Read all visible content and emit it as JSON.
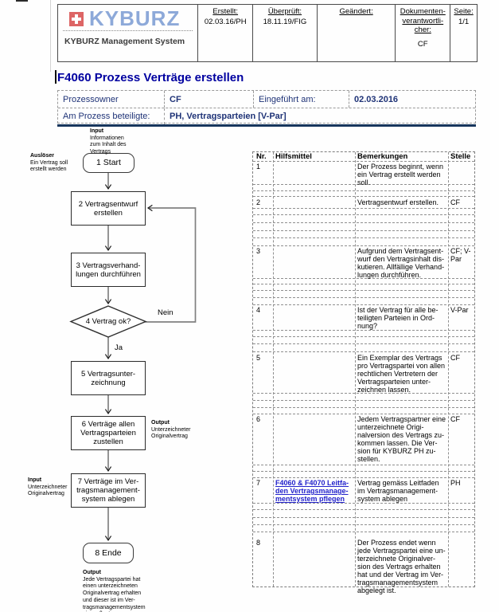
{
  "header": {
    "logo": {
      "brand": "KYBURZ",
      "subtitle": "KYBURZ Management System",
      "icon": "swiss-cross-icon"
    },
    "cols": [
      {
        "label": "Erstellt:",
        "value": "02.03.16/PH"
      },
      {
        "label": "Überprüft:",
        "value": "18.11.19/FIG"
      },
      {
        "label": "Geändert:",
        "value": ""
      },
      {
        "label": "Dokumenten-verantwortli-cher:",
        "value": "CF"
      },
      {
        "label": "Seite:",
        "value": "1/1"
      }
    ]
  },
  "title": "F4060 Prozess Verträge erstellen",
  "info": {
    "owner_label": "Prozessowner",
    "owner_value": "CF",
    "introduced_label": "Eingeführt am:",
    "introduced_value": "02.03.2016",
    "participants_label": "Am Prozess beteiligte:",
    "participants_value": "PH, Vertragsparteien [V-Par]"
  },
  "flowchart": {
    "nodes": [
      {
        "id": "1",
        "label": "1 Start"
      },
      {
        "id": "2",
        "label": "2 Vertragsentwurf erstellen"
      },
      {
        "id": "3",
        "label": "3 Vertragsverhand-lungen durchführen"
      },
      {
        "id": "4",
        "label": "4 Vertrag ok?"
      },
      {
        "id": "5",
        "label": "5 Vertragsunter-zeichnung"
      },
      {
        "id": "6",
        "label": "6 Verträge allen Vertragsparteien zustellen"
      },
      {
        "id": "7",
        "label": "7 Verträge im Ver-tragsmanagement-system ablegen"
      },
      {
        "id": "8",
        "label": "8 Ende"
      }
    ],
    "edge_labels": {
      "yes": "Ja",
      "no": "Nein"
    },
    "annotations": {
      "input_top": {
        "title": "Input",
        "body": "Informationen\nzum Inhalt des\nVertrags"
      },
      "trigger": {
        "title": "Auslöser",
        "body": "Ein Vertrag soll\nerstellt werden"
      },
      "output_mid": {
        "title": "Output",
        "body": "Unterzeichneter\nOriginalvertrag"
      },
      "input_bottom": {
        "title": "Input",
        "body": "Unterzeichneter\nOriginalvertrag"
      },
      "output_bottom": {
        "title": "Output",
        "body": "Jede Vertragspartei hat\neinen unterzeichneten\nOriginalvertrag erhalten\nund dieser ist im Ver-\ntragsmanagementsystem\neingepflegt."
      }
    }
  },
  "table": {
    "headers": [
      "Nr.",
      "Hilfsmittel",
      "Bemerkungen",
      "Stelle"
    ],
    "rows": [
      {
        "nr": "1",
        "hilfsmittel": "",
        "bemerkungen": "Der Prozess beginnt, wenn ein Vertrag erstellt werden soll.",
        "stelle": ""
      },
      {
        "nr": "2",
        "hilfsmittel": "",
        "bemerkungen": "Vertragsentwurf erstellen.",
        "stelle": "CF"
      },
      {
        "nr": "3",
        "hilfsmittel": "",
        "bemerkungen": "Aufgrund dem Vertragsent-wurf den Vertragsinhalt dis-kutieren. Allfällige Verhand-lungen durchführen.",
        "stelle": "CF; V-Par"
      },
      {
        "nr": "4",
        "hilfsmittel": "",
        "bemerkungen": "Ist der Vertrag für alle be-teiligten Parteien in Ord-nung?",
        "stelle": "V-Par"
      },
      {
        "nr": "5",
        "hilfsmittel": "",
        "bemerkungen": "Ein Exemplar des Vertrags pro Vertragspartei von allen rechtlichen Vertretern der Vertragsparteien unter-zeichnen lassen.",
        "stelle": "CF"
      },
      {
        "nr": "6",
        "hilfsmittel": "",
        "bemerkungen": "Jedem Vertragspartner eine unterzeichnete Origi-nalversion des Vertrags zu-kommen lassen. Die Ver-sion für KYBURZ PH zu-stellen.",
        "stelle": "CF"
      },
      {
        "nr": "7",
        "hilfsmittel": "F4060 & F4070 Leitfa-den Vertragsmanage-mentsystem pflegen",
        "bemerkungen": "Vertrag gemäss Leitfaden im Vertragsmanagement-system ablegen",
        "stelle": "PH"
      },
      {
        "nr": "8",
        "hilfsmittel": "",
        "bemerkungen": "Der Prozess endet wenn jede Vertragspartei eine un-terzeichnete Originalver-sion des Vertrags erhalten hat und der Vertrag im Ver-tragsmanagementsystem abgelegt ist.",
        "stelle": ""
      }
    ]
  },
  "colors": {
    "title_navy": "#0000a0",
    "info_navy": "#1f3377",
    "rule_navy": "#17365d",
    "link_blue": "#2323cc",
    "brand_blue": "#8da9d9",
    "brand_red": "#dd6565"
  }
}
